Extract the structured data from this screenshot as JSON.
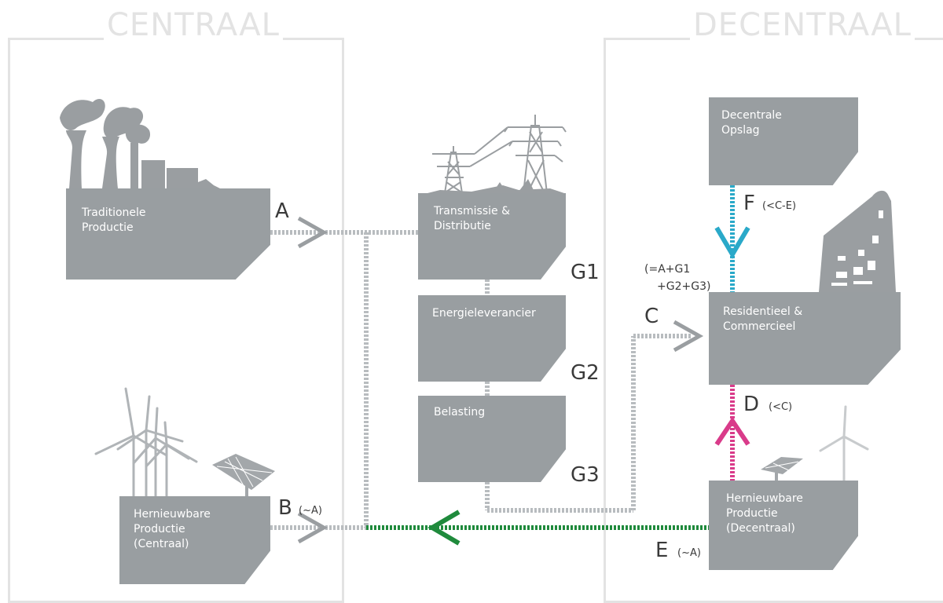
{
  "regions": {
    "central_title": "CENTRAAL",
    "decentral_title": "DECENTRAAL"
  },
  "boxes": {
    "traditional": [
      "Traditionele",
      "Productie"
    ],
    "transmission": [
      "Transmissie &",
      "Distributie"
    ],
    "supplier": [
      "Energieleverancier"
    ],
    "tax": [
      "Belasting"
    ],
    "storage": [
      "Decentrale",
      "Opslag"
    ],
    "residential": [
      "Residentieel &",
      "Commercieel"
    ],
    "renewable_central": [
      "Hernieuwbare",
      "Productie",
      "(Centraal)"
    ],
    "renewable_decentral": [
      "Hernieuwbare",
      "Productie",
      "(Decentraal)"
    ]
  },
  "labels": {
    "a": "A",
    "b": "B",
    "b_note": "(~A)",
    "c": "C",
    "c_note_1": "(=A+G1",
    "c_note_2": "+G2+G3)",
    "d": "D",
    "d_note": "(<C)",
    "e": "E",
    "e_note": "(~A)",
    "f": "F",
    "f_note": "(<C-E)",
    "g1": "G1",
    "g2": "G2",
    "g3": "G3"
  },
  "colors": {
    "box": "#999ea1",
    "flow_grey": "#b8bcbf",
    "flow_green": "#1f8a3c",
    "flow_pink": "#d93b8a",
    "flow_cyan": "#2aa9c9",
    "region_border": "#e3e3e3",
    "icon_grey": "#9a9ea1"
  },
  "icons": [
    "power-plant-icon",
    "pylon-icon",
    "wind-turbine-icon",
    "solar-panel-icon",
    "building-icon"
  ]
}
